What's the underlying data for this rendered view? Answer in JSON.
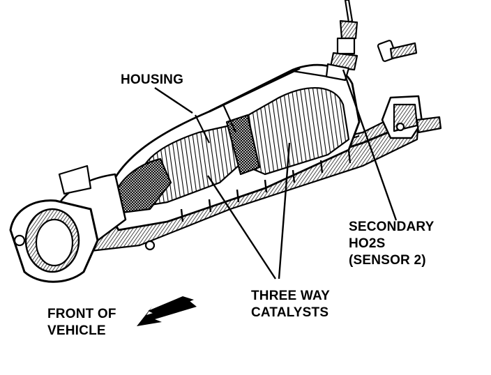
{
  "labels": {
    "housing": "HOUSING",
    "secondary_line1": "SECONDARY",
    "secondary_line2": "HO2S",
    "secondary_line3": "(SENSOR 2)",
    "catalysts_line1": "THREE WAY",
    "catalysts_line2": "CATALYSTS",
    "front_line1": "FRONT OF",
    "front_line2": "VEHICLE"
  },
  "colors": {
    "ink": "#000000",
    "paper": "#ffffff"
  },
  "icons": {
    "front_arrow": "arrow-down-left-icon"
  }
}
